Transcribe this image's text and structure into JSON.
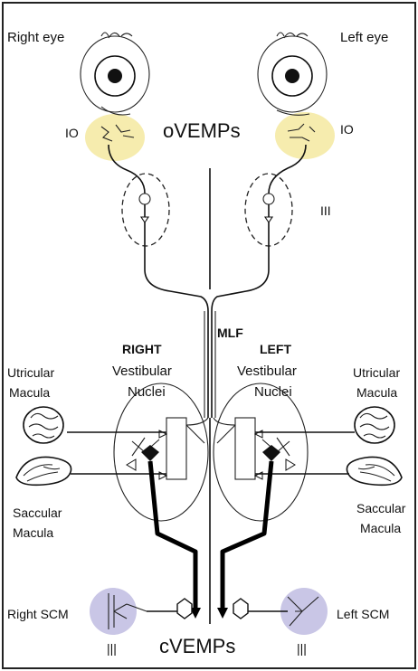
{
  "labels": {
    "right_eye": "Right eye",
    "left_eye": "Left eye",
    "io_right": "IO",
    "io_left": "IO",
    "ovemps": "oVEMPs",
    "nucleus_iii": "III",
    "mlf": "MLF",
    "right_nuclei_1": "RIGHT",
    "right_nuclei_2": "Vestibular",
    "right_nuclei_3": "Nuclei",
    "left_nuclei_1": "LEFT",
    "left_nuclei_2": "Vestibular",
    "left_nuclei_3": "Nuclei",
    "utricular_right_1": "Utricular",
    "utricular_right_2": "Macula",
    "utricular_left_1": "Utricular",
    "utricular_left_2": "Macula",
    "saccular_right_1": "Saccular",
    "saccular_right_2": "Macula",
    "saccular_left_1": "Saccular",
    "saccular_left_2": "Macula",
    "right_scm": "Right SCM",
    "left_scm": "Left SCM",
    "xi_right": "|||",
    "xi_left": "|||",
    "cvemps": "cVEMPs"
  },
  "colors": {
    "io_highlight": "#f6ecae",
    "scm_highlight": "#c9c6e6",
    "ink": "#111111",
    "frame": "#222222"
  }
}
